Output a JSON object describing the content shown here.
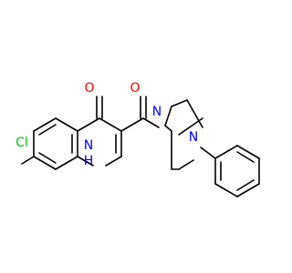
{
  "molecule": {
    "atoms": {
      "oxygen_ketone": {
        "text": "O",
        "color": "#ff0000"
      },
      "oxygen_carbonyl": {
        "text": "O",
        "color": "#ff0000"
      },
      "nitrogen_nh": {
        "text": "H\nN",
        "line1": "N",
        "line2": "H",
        "color": "#0000ff"
      },
      "nitrogen_piperazine_1": {
        "text": "N",
        "color": "#0000ff"
      },
      "nitrogen_piperazine_2": {
        "text": "N",
        "color": "#0000ff"
      },
      "chlorine": {
        "text": "Cl",
        "color": "#00cc00"
      }
    }
  }
}
